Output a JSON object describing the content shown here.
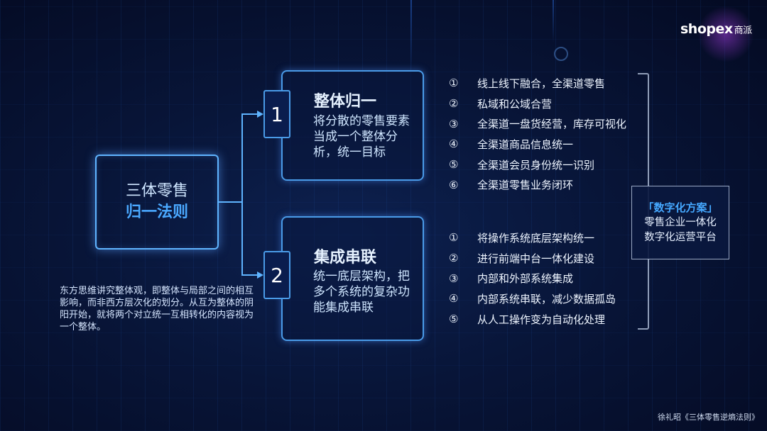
{
  "brand": {
    "logo": "shopex",
    "logo_cn": "商派"
  },
  "main": {
    "line1": "三体零售",
    "line2": "归一法则"
  },
  "cards": [
    {
      "number": "1",
      "title": "整体归一",
      "desc": "将分散的零售要素当成一个整体分析，统一目标"
    },
    {
      "number": "2",
      "title": "集成串联",
      "desc": "统一底层架构，把多个系统的复杂功能集成串联"
    }
  ],
  "list1": [
    {
      "num": "①",
      "text": "线上线下融合，全渠道零售"
    },
    {
      "num": "②",
      "text": "私域和公域合营"
    },
    {
      "num": "③",
      "text": "全渠道一盘货经营，库存可视化"
    },
    {
      "num": "④",
      "text": "全渠道商品信息统一"
    },
    {
      "num": "⑤",
      "text": "全渠道会员身份统一识别"
    },
    {
      "num": "⑥",
      "text": "全渠道零售业务闭环"
    }
  ],
  "list2": [
    {
      "num": "①",
      "text": "将操作系统底层架构统一"
    },
    {
      "num": "②",
      "text": "进行前端中台一体化建设"
    },
    {
      "num": "③",
      "text": "内部和外部系统集成"
    },
    {
      "num": "④",
      "text": "内部系统串联，减少数据孤岛"
    },
    {
      "num": "⑤",
      "text": "从人工操作变为自动化处理"
    }
  ],
  "solution": {
    "title": "「数字化方案」",
    "line1": "零售企业一体化",
    "line2": "数字化运营平台"
  },
  "note": "东方思维讲究整体观，即整体与局部之间的相互影响，而非西方层次化的划分。从互为整体的阴阳开始，就将两个对立统一互相转化的内容视为一个整体。",
  "footer": "徐礼昭《三体零售逆熵法则》"
}
